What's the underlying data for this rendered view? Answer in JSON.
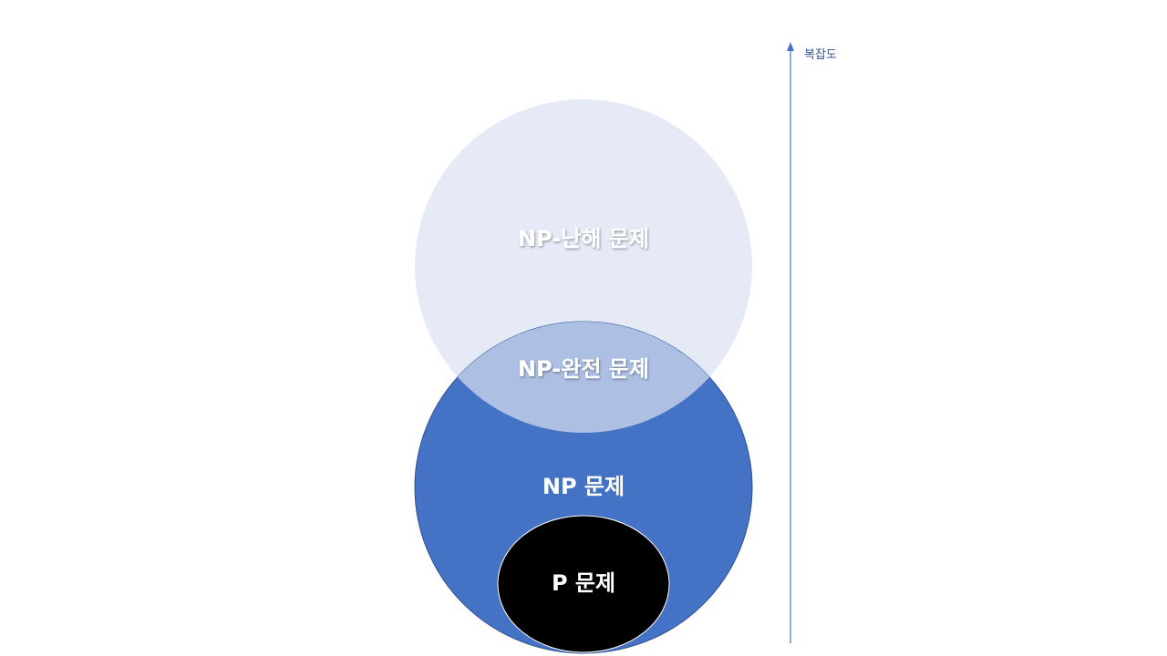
{
  "diagram": {
    "np_hard": {
      "label": "NP-난해 문제",
      "color": "#e5eaf6"
    },
    "np_complete": {
      "label": "NP-완전 문제",
      "color": "#adc0e4"
    },
    "np": {
      "label": "NP 문제",
      "color": "#4472c4"
    },
    "p": {
      "label": "P 문제",
      "color": "#000000"
    },
    "axis": {
      "label": "복잡도",
      "color": "#4472c4"
    }
  }
}
